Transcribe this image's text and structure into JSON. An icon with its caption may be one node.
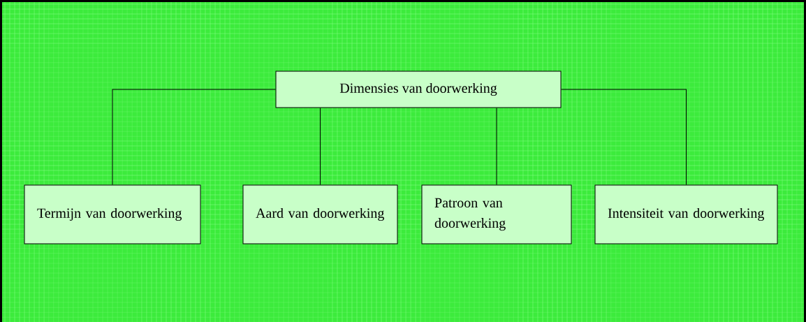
{
  "diagram": {
    "nodes": [
      {
        "text": [
          "Dimensies van doorwerking"
        ]
      },
      {
        "text": [
          "Termijn van doorwerking"
        ]
      },
      {
        "text": [
          "Aard van doorwerking"
        ]
      },
      {
        "text": [
          "Patroon van doorwerking"
        ]
      },
      {
        "text": [
          "Intensiteit van doorwerking"
        ]
      }
    ],
    "edges": [
      {
        "from": 0,
        "to": 1,
        "arrow": "none"
      },
      {
        "from": 0,
        "to": 2,
        "arrow": "none"
      },
      {
        "from": 0,
        "to": 3,
        "arrow": "none"
      },
      {
        "from": 0,
        "to": 4,
        "arrow": "none"
      }
    ]
  }
}
